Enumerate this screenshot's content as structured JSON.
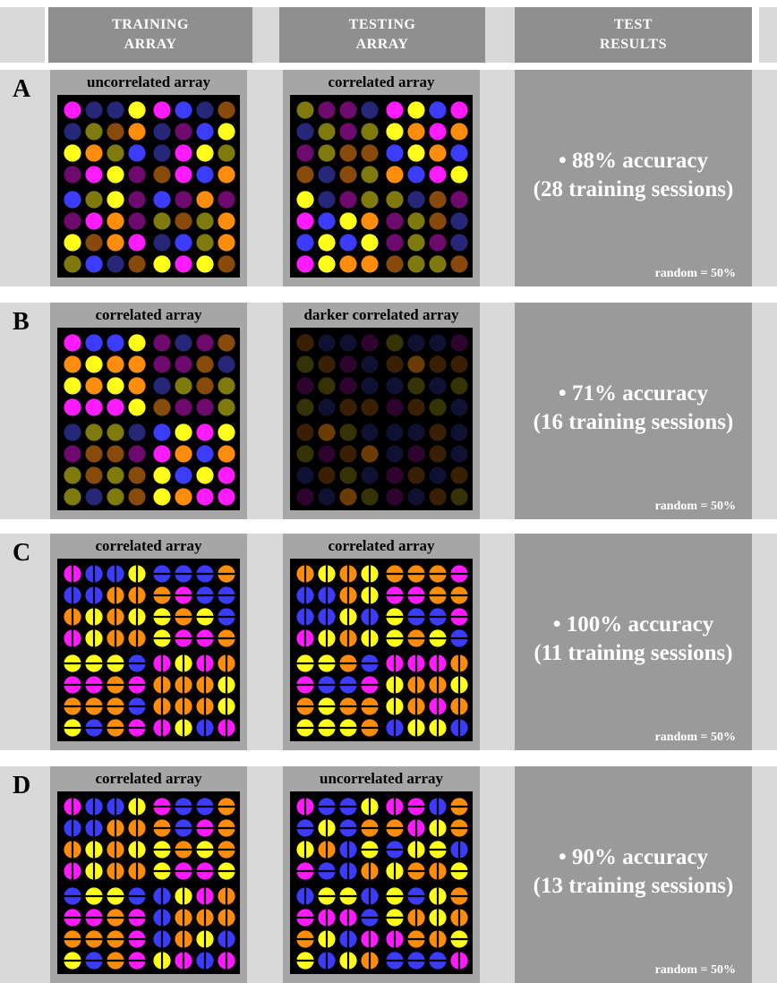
{
  "header": {
    "col1": [
      "TRAINING",
      "ARRAY"
    ],
    "col2": [
      "TESTING",
      "ARRAY"
    ],
    "col3": [
      "TEST",
      "RESULTS"
    ]
  },
  "palette": {
    "P": "#ff1aff",
    "B": "#3c3cff",
    "N": "#27277a",
    "Y": "#ffff1a",
    "O": "#ff8c0a",
    "V": "#6e0a6e",
    "L": "#7f7a0d",
    "R": "#874a0a",
    "background": "#000000"
  },
  "panels": [
    {
      "label": "A",
      "training": {
        "title": "uncorrelated array",
        "style": "solid",
        "dim": false,
        "grid": [
          "PNNYPBNR",
          "NLRONVBY",
          "YOLBNPYL",
          "VPYVRPBO",
          "BLYVBVOV",
          "VPOVLRLO",
          "YROPNBLO",
          "LBNRYPYR"
        ]
      },
      "testing": {
        "title": "correlated array",
        "style": "solid",
        "dim": false,
        "grid": [
          "LVVNPYBP",
          "NLVLYOPO",
          "VLRRBYOB",
          "RNRLOBPY",
          "YNVLLNRV",
          "PBYOVLRN",
          "BYBYVLVN",
          "PYOORLLR"
        ]
      },
      "result": {
        "line1": "• 88% accuracy",
        "line2": "(28 training sessions)",
        "random": "random = 50%"
      }
    },
    {
      "label": "B",
      "training": {
        "title": "correlated array",
        "style": "solid",
        "dim": false,
        "grid": [
          "PBBYVNVR",
          "OYOOVVRN",
          "YOYONLRL",
          "PPPYRVVL",
          "NLLNBYPY",
          "VRRVPOBO",
          "LRLRYBYP",
          "LNLRYOPP"
        ]
      },
      "testing": {
        "title": "darker correlated array",
        "style": "solid",
        "dim": true,
        "grid": [
          "RNNVLNNV",
          "LRVNRORR",
          "VLVNNLNL",
          "LNRRVRLN",
          "ROLNNNRN",
          "LVRONVRN",
          "NRLNVRNR",
          "VNOLVNRL"
        ]
      },
      "result": {
        "line1": "• 71% accuracy",
        "line2": "(16 training sessions)",
        "random": "random = 50%"
      }
    },
    {
      "label": "C",
      "training": {
        "title": "correlated array",
        "style": "split",
        "split": [
          "vvvvhhhh",
          "vvvvhhhh",
          "vvvvhhhh",
          "vvvvhhhh",
          "hhhhvvvv",
          "hhhhvvvv",
          "hhhhvvvv",
          "hhhhvvvv"
        ],
        "grid": [
          "PBBYBBBO",
          "BBOOOPBB",
          "OYOYYOYB",
          "PYOOYPPO",
          "YYYBPYPO",
          "PPOPOOOY",
          "OOOBOOOY",
          "YBOPPYBP"
        ]
      },
      "testing": {
        "title": "correlated array",
        "style": "split",
        "split": [
          "vvvvhhhh",
          "vvvvhhhh",
          "vvvvhhhh",
          "vvvvhhhh",
          "hhhhvvvv",
          "hhhhvvvv",
          "hhhhvvvv",
          "hhhhvvvv"
        ],
        "grid": [
          "OYOYOOOP",
          "BBOYPPOO",
          "BBYBYBBP",
          "PYOYYOYB",
          "YYOBPPPO",
          "PBBPYOOY",
          "OYOOYOPO",
          "YYYOBYYB"
        ]
      },
      "result": {
        "line1": "• 100% accuracy",
        "line2": "(11 training sessions)",
        "random": "random = 50%"
      }
    },
    {
      "label": "D",
      "training": {
        "title": "correlated array",
        "style": "split",
        "split": [
          "vvvvhhhh",
          "vvvvhhhh",
          "vvvvhhhh",
          "vvvvhhhh",
          "hhhhvvvv",
          "hhhhvvvv",
          "hhhhvvvv",
          "hhhhvvvv"
        ],
        "grid": [
          "PBBYPBBO",
          "BBOOOBPO",
          "OYOYYOYO",
          "PYOOYPPY",
          "BYYBBYPO",
          "PPOPBOOO",
          "OOOPBOYB",
          "YBOPYPBP"
        ]
      },
      "testing": {
        "title": "uncorrelated array",
        "style": "split",
        "split": [
          "vhhvvhvh",
          "hvhhhvvh",
          "vvvhhvhv",
          "hhvvvhvh",
          "vhhvhhvh",
          "hvvhhvvv",
          "hvvvvhvh",
          "hvvvhhhv"
        ],
        "grid": [
          "PBBYPPBO",
          "BYBOOPYO",
          "YOBYBYYB",
          "PBBOYOOY",
          "BYYBYBYO",
          "PPPBYOYO",
          "OYBPPOOY",
          "YBYOBBBP"
        ]
      },
      "result": {
        "line1": "• 90% accuracy",
        "line2": "(13 training sessions)",
        "random": "random = 50%"
      }
    }
  ]
}
